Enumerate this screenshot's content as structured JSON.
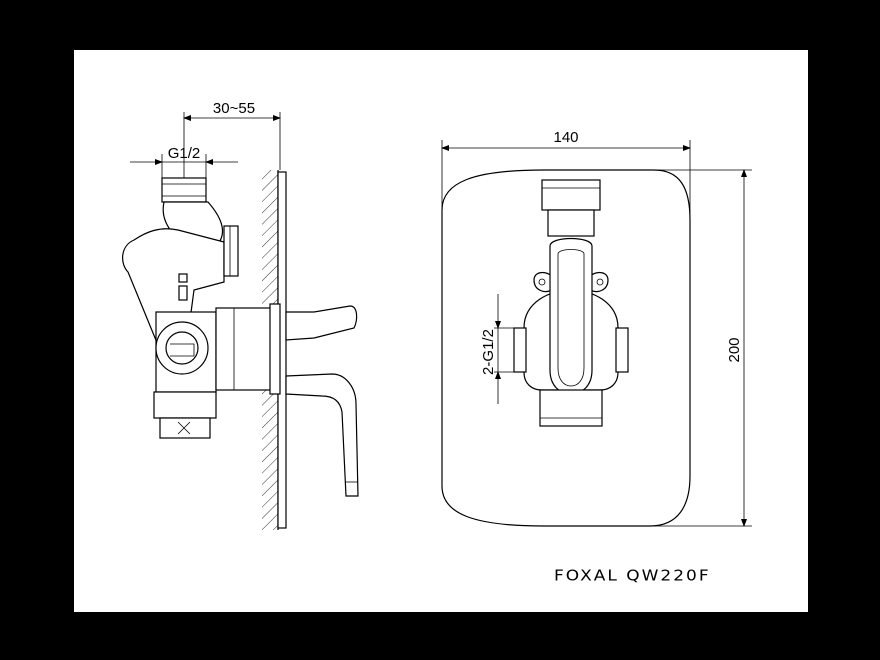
{
  "dimensions": {
    "depth_range": "30~55",
    "side_thread": "G1/2",
    "plate_width": "140",
    "plate_height": "200",
    "front_threads": "2-G1/2"
  },
  "model_label": "FOXAL QW220F"
}
